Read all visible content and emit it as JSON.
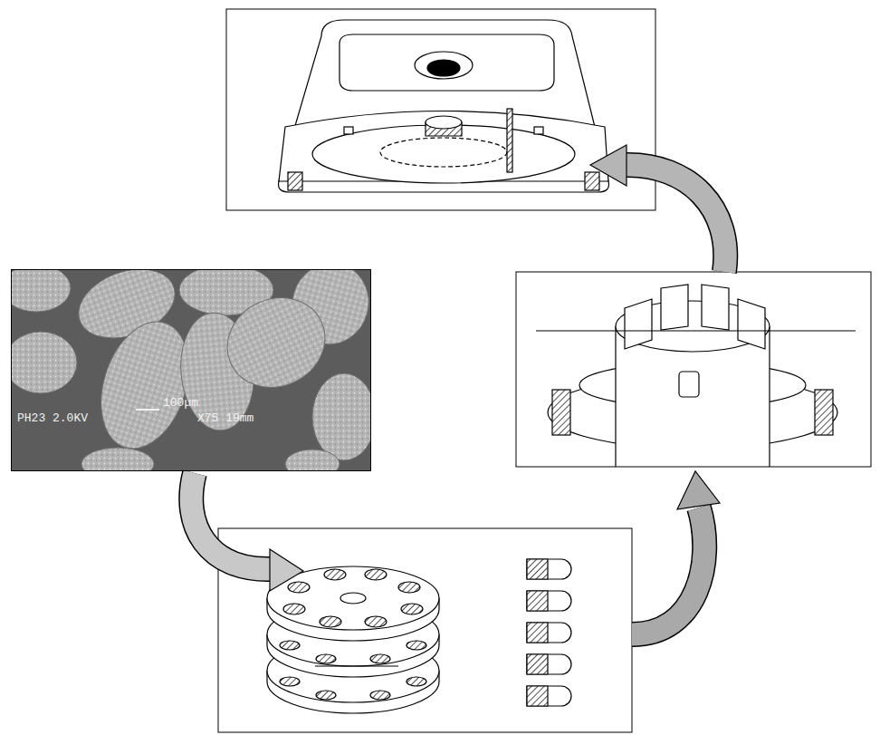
{
  "diagram": {
    "nodes": [
      {
        "text": [
          "PH23 2.0KV",
          "100µm",
          "X75 19mm"
        ]
      }
    ]
  }
}
